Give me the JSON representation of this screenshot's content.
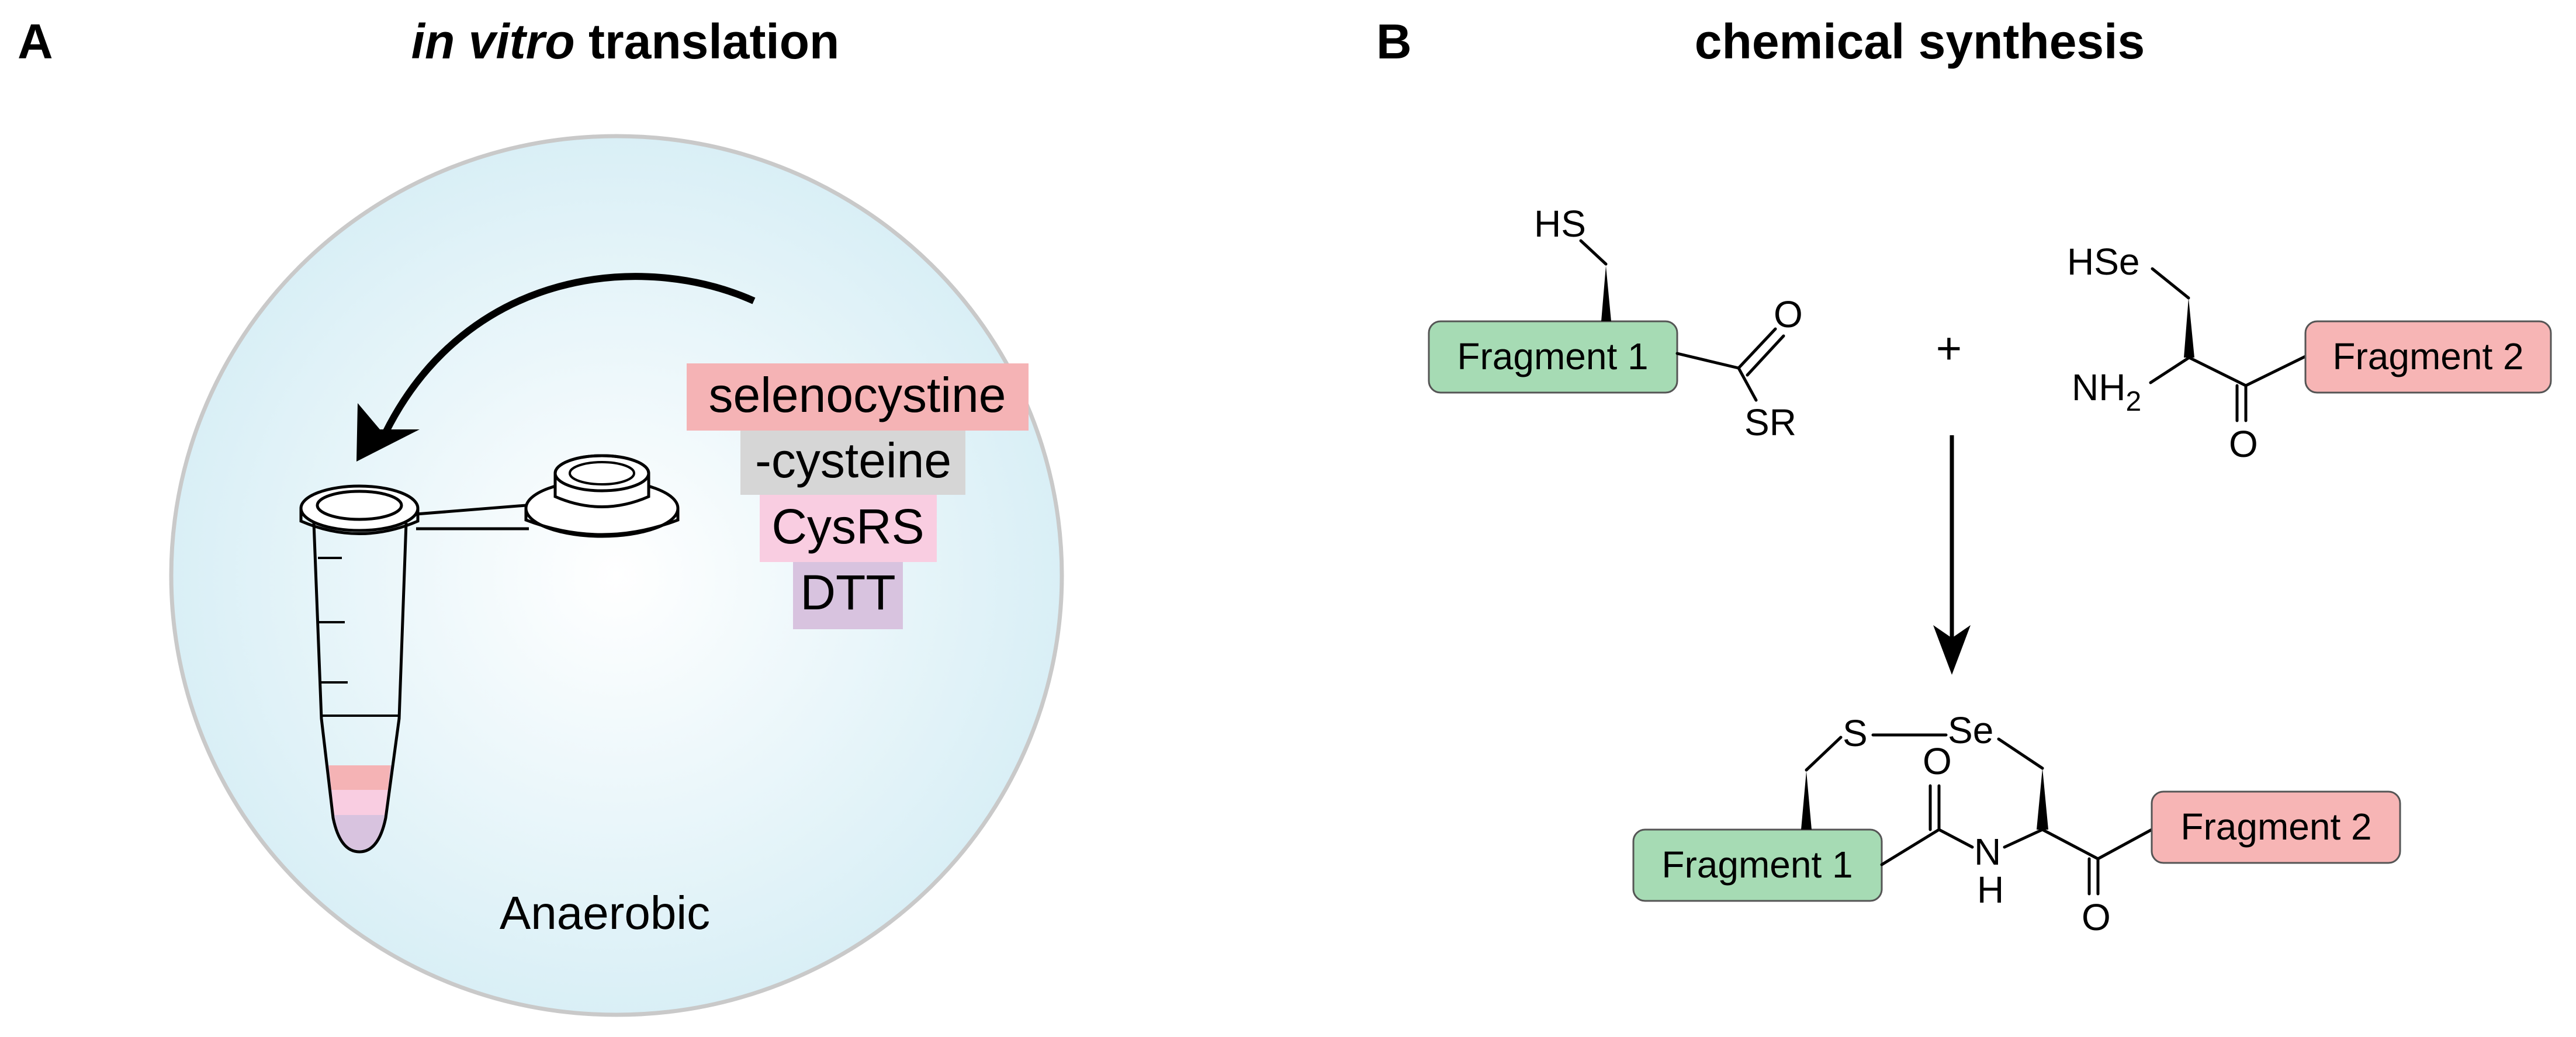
{
  "panel_a": {
    "letter": "A",
    "title_italic": "in vitro",
    "title_rest": " translation",
    "reagents": [
      "selenocystine",
      "-cysteine",
      "CysRS",
      "DTT"
    ],
    "condition": "Anaerobic",
    "colors": {
      "circle_fill": "#d9eff6",
      "selenocystine_bg": "#f5b3b5",
      "cysteine_bg": "#d6d6d6",
      "cysrs_bg": "#f9cde1",
      "dtt_bg": "#d8c3df"
    }
  },
  "panel_b": {
    "letter": "B",
    "title": "chemical synthesis",
    "fragment1": "Fragment 1",
    "fragment2": "Fragment 2",
    "atoms": {
      "hs": "HS",
      "hse": "HSe",
      "o": "O",
      "sr": "SR",
      "nh2_main": "NH",
      "nh2_sub": "2",
      "s": "S",
      "se": "Se",
      "n": "N",
      "h": "H"
    },
    "plus": "+",
    "colors": {
      "fragment1_bg": "#a6dbb4",
      "fragment2_bg": "#f7b5b5"
    }
  }
}
